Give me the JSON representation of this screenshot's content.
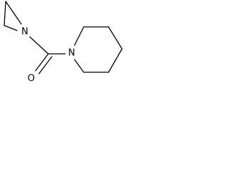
{
  "molecule": {
    "atoms": {
      "aziridine_nitrogen": "N",
      "piperidine_nitrogen": "N",
      "carbonyl_oxygen": "O"
    }
  }
}
